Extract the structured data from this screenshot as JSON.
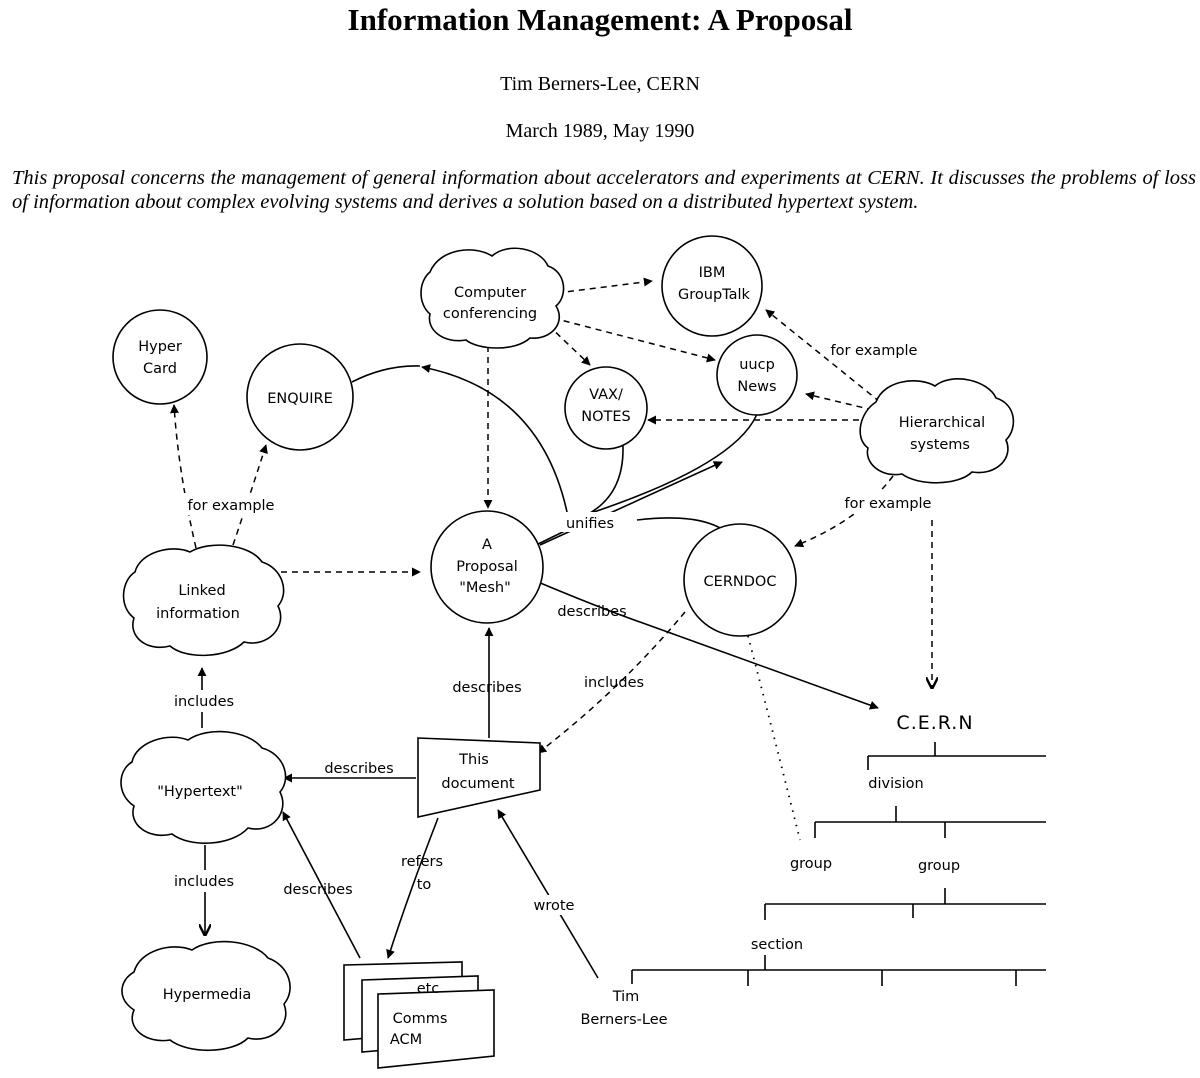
{
  "header": {
    "title": "Information Management: A Proposal",
    "author": "Tim Berners-Lee, CERN",
    "dates": "March 1989, May 1990",
    "abstract": "This proposal concerns the management of general information about accelerators and experiments at CERN. It discusses the problems of loss of information about complex evolving systems and derives a solution based on a distributed hypertext system."
  },
  "diagram": {
    "nodes": {
      "hypercard_1": "Hyper",
      "hypercard_2": "Card",
      "enquire": "ENQUIRE",
      "computer_conferencing_1": "Computer",
      "computer_conferencing_2": "conferencing",
      "ibm_grouptalk_1": "IBM",
      "ibm_grouptalk_2": "GroupTalk",
      "uucp_news_1": "uucp",
      "uucp_news_2": "News",
      "vax_notes_1": "VAX/",
      "vax_notes_2": "NOTES",
      "hierarchical_systems_1": "Hierarchical",
      "hierarchical_systems_2": "systems",
      "linked_information_1": "Linked",
      "linked_information_2": "information",
      "mesh_1": "A",
      "mesh_2": "Proposal",
      "mesh_3": "\"Mesh\"",
      "cerndoc": "CERNDOC",
      "hypertext": "\"Hypertext\"",
      "this_document_1": "This",
      "this_document_2": "document",
      "hypermedia": "Hypermedia",
      "cern": "C.E.R.N",
      "division": "division",
      "group_1": "group",
      "group_2": "group",
      "section": "section",
      "doc_etc": "etc",
      "doc_comms": "Comms",
      "doc_acm": "ACM",
      "tim_1": "Tim",
      "tim_2": "Berners-Lee"
    },
    "edge_labels": {
      "for_example_hypercard": "for example",
      "for_example_ibm": "for example",
      "for_example_cerndoc": "for example",
      "unifies": "unifies",
      "describes_cern": "describes",
      "describes_mesh": "describes",
      "includes_cerndoc": "includes",
      "includes_linked": "includes",
      "describes_hypertext": "describes",
      "refers_1": "refers",
      "refers_2": "to",
      "wrote": "wrote",
      "includes_hypermedia": "includes",
      "describes_docs": "describes"
    }
  }
}
